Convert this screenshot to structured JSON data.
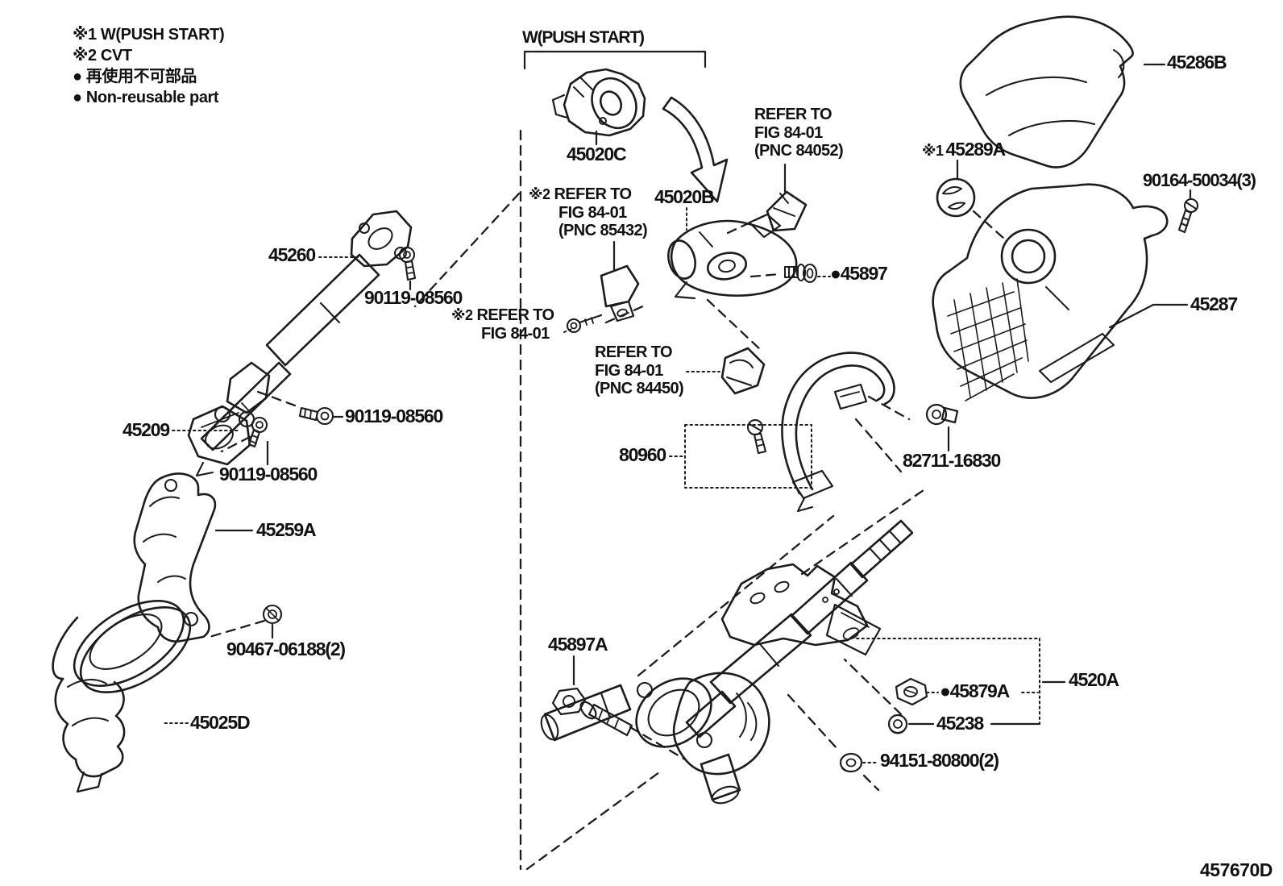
{
  "legend": {
    "items": [
      "※1 W(PUSH START)",
      "※2 CVT",
      "● 再使用不可部品",
      "● Non-reusable part"
    ]
  },
  "figure": {
    "code": "457670D",
    "group_push_start": "W(PUSH START)"
  },
  "notes": {
    "n84052": {
      "l1": "REFER TO",
      "l2": "FIG 84-01",
      "l3": "(PNC 84052)"
    },
    "n85432": {
      "prefix": "※2",
      "l1": "REFER TO",
      "l2": "FIG 84-01",
      "l3": "(PNC 85432)"
    },
    "n8401": {
      "prefix": "※2",
      "l1": "REFER TO",
      "l2": "FIG 84-01"
    },
    "n84450": {
      "l1": "REFER TO",
      "l2": "FIG 84-01",
      "l3": "(PNC 84450)"
    }
  },
  "parts": {
    "p45020C": "45020C",
    "p45020B": "45020B",
    "p45286B": "45286B",
    "p45289A_prefix": "※1",
    "p45289A": "45289A",
    "p90164": "90164-50034(3)",
    "p45287": "45287",
    "p45260": "45260",
    "p90119_top": "90119-08560",
    "p90119_right": "90119-08560",
    "p90119_lower": "90119-08560",
    "p45209": "45209",
    "p45259A": "45259A",
    "p90467": "90467-06188(2)",
    "p45025D": "45025D",
    "p45897": "●45897",
    "p80960": "80960",
    "p82711": "82711-16830",
    "p45897A": "45897A",
    "p4520A": "4520A",
    "p45879A": "●45879A",
    "p45238": "45238",
    "p94151": "94151-80800(2)"
  },
  "colors": {
    "line": "#1c1c1c",
    "background": "#ffffff"
  }
}
